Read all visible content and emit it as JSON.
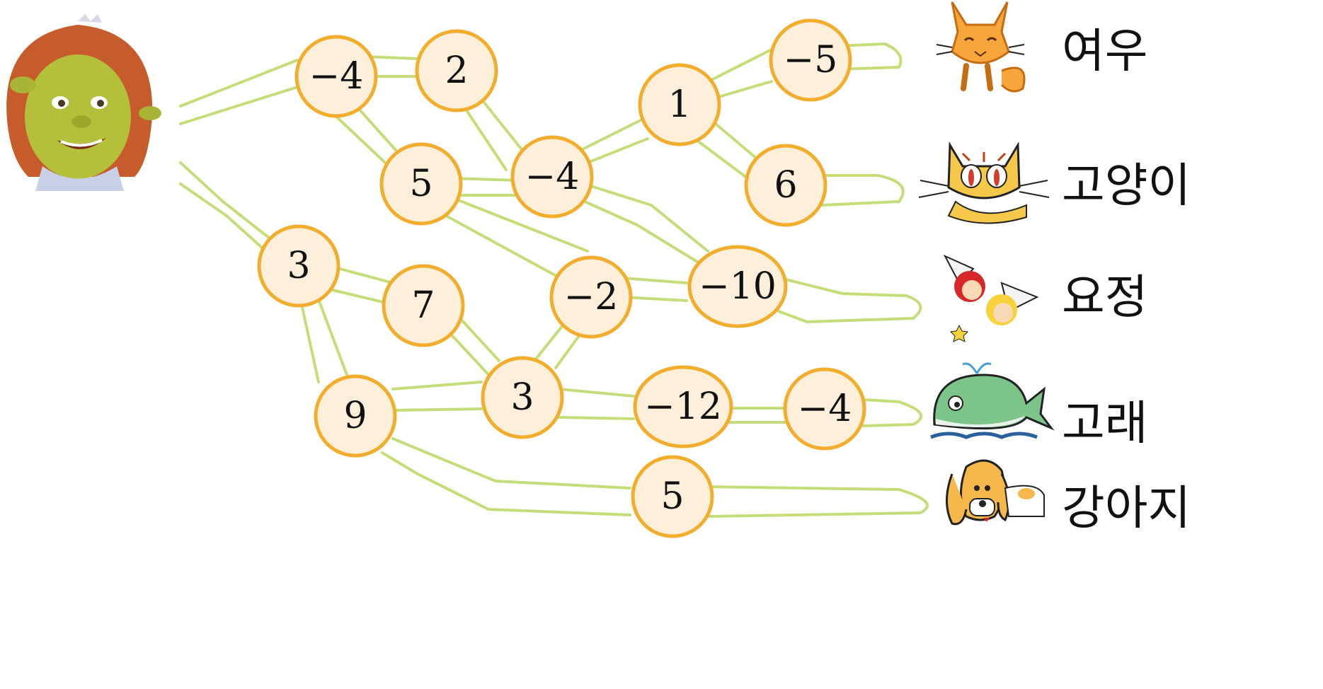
{
  "start": {
    "icon": "princess-face-icon"
  },
  "nodes": [
    {
      "id": "n1",
      "label": "−4"
    },
    {
      "id": "n2",
      "label": "2"
    },
    {
      "id": "n3",
      "label": "1"
    },
    {
      "id": "n4",
      "label": "−5"
    },
    {
      "id": "n5",
      "label": "5"
    },
    {
      "id": "n6",
      "label": "−4"
    },
    {
      "id": "n7",
      "label": "6"
    },
    {
      "id": "n8",
      "label": "3"
    },
    {
      "id": "n9",
      "label": "7"
    },
    {
      "id": "n10",
      "label": "−2"
    },
    {
      "id": "n11",
      "label": "−10"
    },
    {
      "id": "n12",
      "label": "9"
    },
    {
      "id": "n13",
      "label": "3"
    },
    {
      "id": "n14",
      "label": "−12"
    },
    {
      "id": "n15",
      "label": "−4"
    },
    {
      "id": "n16",
      "label": "5"
    }
  ],
  "destinations": [
    {
      "id": "fox",
      "label": "여우",
      "icon": "fox-icon"
    },
    {
      "id": "cat",
      "label": "고양이",
      "icon": "cat-icon"
    },
    {
      "id": "fairy",
      "label": "요정",
      "icon": "fairy-icon"
    },
    {
      "id": "whale",
      "label": "고래",
      "icon": "whale-icon"
    },
    {
      "id": "dog",
      "label": "강아지",
      "icon": "dog-icon"
    }
  ],
  "colors": {
    "road": "#c5dd78",
    "node_fill": "#fdefd9",
    "node_stroke": "#f3ad2c"
  }
}
